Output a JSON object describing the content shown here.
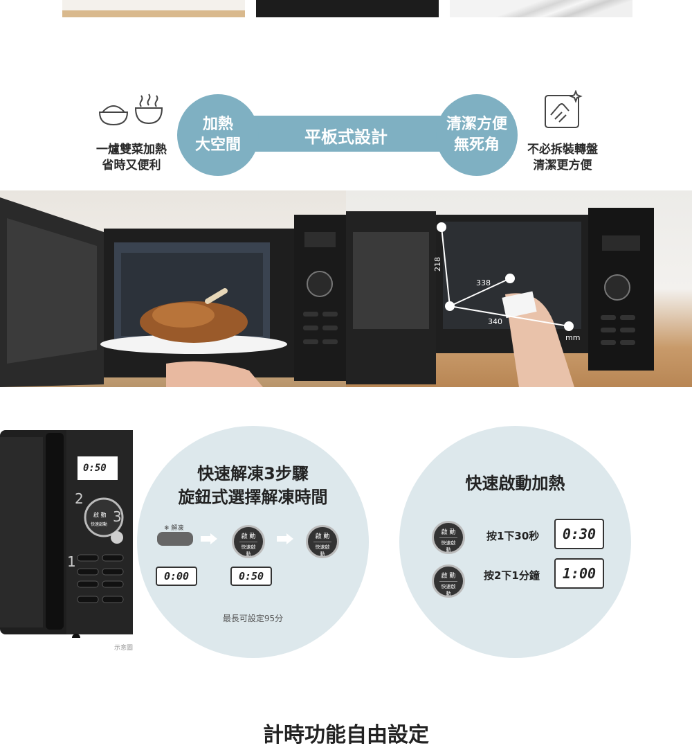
{
  "features": {
    "left_caption": [
      "一爐雙菜加熱",
      "省時又便利"
    ],
    "left_circle": [
      "加熱",
      "大空間"
    ],
    "band_title": "平板式設計",
    "right_circle": [
      "清潔方便",
      "無死角"
    ],
    "right_caption": [
      "不必拆裝轉盤",
      "清潔更方便"
    ]
  },
  "photos": {
    "dimensions": {
      "height": "218",
      "depth": "338",
      "width": "340",
      "unit": "mm"
    }
  },
  "panel": {
    "display": "0:50",
    "knob_top": "啟 動",
    "knob_bottom": "快速啟動",
    "step1": "1",
    "step2": "2",
    "step3": "3",
    "note": "示意圖"
  },
  "defrost": {
    "title_line1": "快速解凍3步驟",
    "title_line2": "旋鈕式選擇解凍時間",
    "defrost_label": "解凍",
    "display1": "0:00",
    "display2": "0:50",
    "knob_top": "啟 動",
    "knob_bottom": "快速啟動",
    "note": "最長可設定95分"
  },
  "quickstart": {
    "title": "快速啟動加熱",
    "row1_label": "按1下30秒",
    "row1_display": "0:30",
    "row2_label": "按2下1分鐘",
    "row2_display": "1:00",
    "knob_top": "啟 動",
    "knob_bottom": "快速啟動"
  },
  "next_section_title": "計時功能自由設定",
  "colors": {
    "accent": "#7fb0c2",
    "circle_bg": "#dde8ec",
    "oven": "#1f1f1f"
  }
}
